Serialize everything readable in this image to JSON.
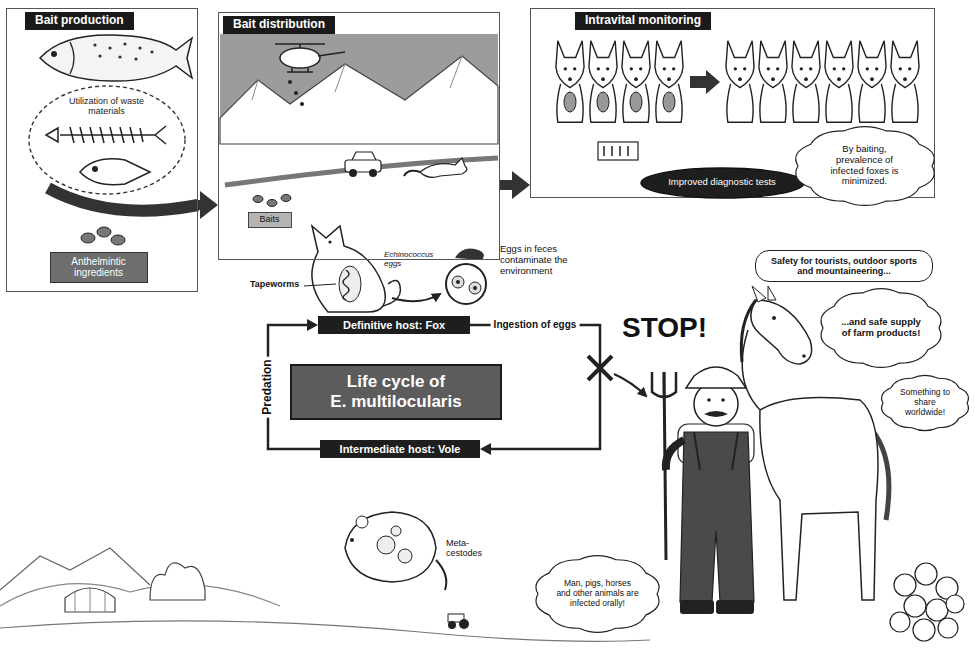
{
  "diagram": {
    "nodes": [
      {
        "text": [
          "Bait production"
        ]
      },
      {
        "text": [
          "Utilization of waste materials"
        ],
        "in": 0
      },
      {
        "text": [
          "Anthelmintic ingredients"
        ],
        "in": 0
      },
      {
        "text": [
          "Bait distribution"
        ]
      },
      {
        "text": [
          "Baits"
        ],
        "in": 3
      },
      {
        "text": [
          "Intravital monitoring"
        ]
      },
      {
        "text": [
          "Improved diagnostic tests"
        ],
        "in": 5
      },
      {
        "text": [
          "By baiting, prevalence of infected foxes is minimized."
        ],
        "in": 5
      },
      {
        "text": [
          "Definitive host: Fox"
        ]
      },
      {
        "text": [
          "Life cycle of E. multilocularis"
        ]
      },
      {
        "text": [
          "Intermediate host: Vole"
        ]
      },
      {
        "text": [
          "Man, pigs, horses and other animals are infected orally!"
        ]
      },
      {
        "text": [
          "Safety for tourists, outdoor sports and mountaineering..."
        ]
      },
      {
        "text": [
          "...and safe supply of farm products!"
        ]
      },
      {
        "text": [
          "Something to share worldwide!"
        ]
      }
    ],
    "edges": [
      {
        "from": 0,
        "to": 3,
        "arrow": "to"
      },
      {
        "from": 3,
        "to": 5,
        "arrow": "to"
      },
      {
        "from": 10,
        "to": 8,
        "label": "Predation",
        "arrow": "to"
      },
      {
        "from": 8,
        "to": 10,
        "label": "Ingestion of eggs",
        "arrow": "to"
      }
    ],
    "labels": [
      "Tapeworms",
      "Echinococcus eggs",
      "Eggs in feces contaminate the environment",
      "STOP!",
      "Meta- cestodes"
    ]
  }
}
